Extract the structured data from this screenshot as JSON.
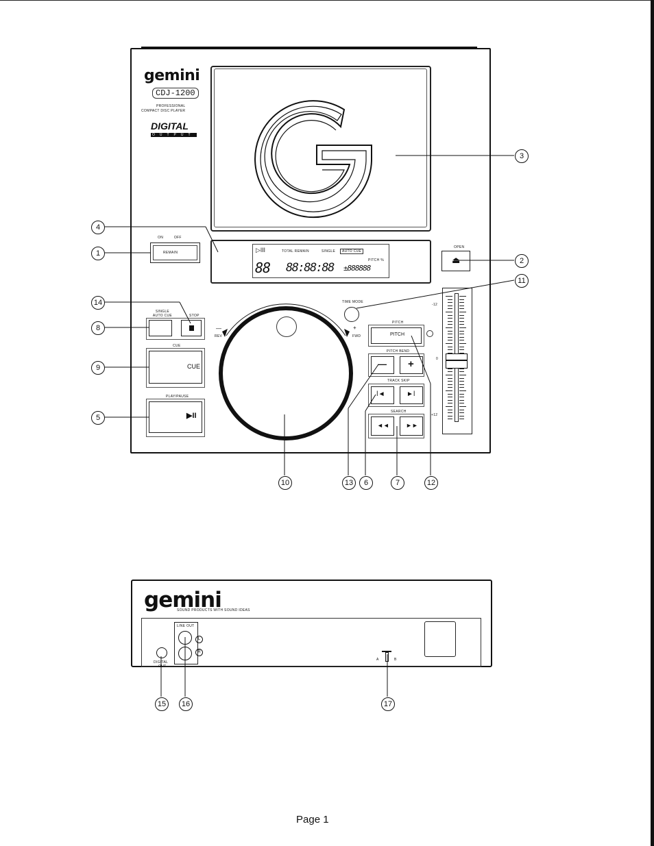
{
  "top_unit": {
    "brand": "gemini",
    "model": "CDJ-1200",
    "subtitle_line1": "PROFESSIONAL",
    "subtitle_line2": "COMPACT DISC PLAYER",
    "digital_badge": "DIGITAL",
    "digital_badge_sub": "OUTPUT",
    "remain_switch_legend_on": "ON",
    "remain_switch_legend_off": "OFF",
    "remain_button": "REMAIN",
    "display": {
      "total_remain": "TOTAL REMAIN",
      "single": "SINGLE",
      "auto_cue": "AUTO CUE",
      "pitch_pct": "PITCH %",
      "track_digits": "88",
      "time_digits": "88:88:88",
      "pitch_digits": "±888888"
    },
    "open_label": "OPEN",
    "time_mode_label": "TIME MODE",
    "single_auto_cue_label": "SINGLE AUTO CUE",
    "stop_label": "STOP",
    "cue_label": "CUE",
    "cue_button": "CUE",
    "play_pause_label": "PLAY/PAUSE",
    "play_pause_button": "▶II",
    "rev_label": "REV",
    "fwd_label": "FWD",
    "rev_sign": "—",
    "fwd_sign": "+",
    "pitch_label": "PITCH",
    "pitch_button": "PITCH",
    "pitch_bend_label": "PITCH BEND",
    "pitch_bend_minus": "—",
    "pitch_bend_plus": "+",
    "track_skip_label": "TRACK SKIP",
    "search_label": "SEARCH",
    "slider_top": "-12",
    "slider_mid": "0",
    "slider_bottom": "+12"
  },
  "rear_unit": {
    "brand": "gemini",
    "tagline": "SOUND PRODUCTS WITH SOUND IDEAS",
    "line_out": "LINE OUT",
    "left": "L",
    "right": "R",
    "digital_out_line1": "DIGITAL",
    "digital_out_line2": "OUT",
    "voltage_left": "A",
    "voltage_right": "B"
  },
  "callouts": {
    "c1": "1",
    "c2": "2",
    "c3": "3",
    "c4": "4",
    "c5": "5",
    "c6": "6",
    "c7": "7",
    "c8": "8",
    "c9": "9",
    "c10": "10",
    "c11": "11",
    "c12": "12",
    "c13": "13",
    "c14": "14",
    "c15": "15",
    "c16": "16",
    "c17": "17"
  },
  "page_label": "Page 1"
}
